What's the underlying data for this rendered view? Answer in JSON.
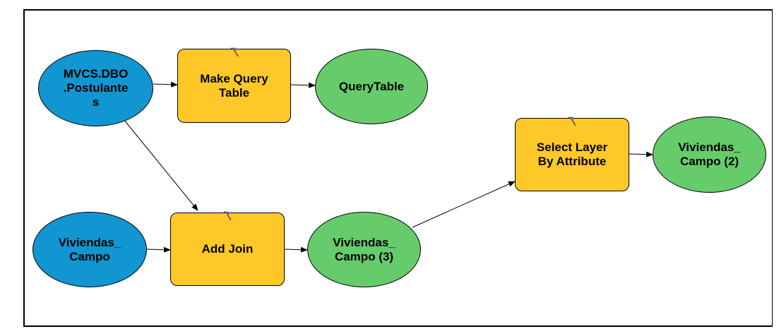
{
  "diagram": {
    "nodes": [
      {
        "id": "postulantes",
        "kind": "data-input",
        "label": "MVCS.DBO\n.Postulante\ns",
        "fill": "#1196d1"
      },
      {
        "id": "make_query_table",
        "kind": "tool",
        "label": "Make Query\nTable",
        "fill": "#ffc829",
        "icon": "hammer-icon"
      },
      {
        "id": "querytable",
        "kind": "data-output",
        "label": "QueryTable",
        "fill": "#66cc6b"
      },
      {
        "id": "viviendas_campo",
        "kind": "data-input",
        "label": "Viviendas_\nCampo",
        "fill": "#1196d1"
      },
      {
        "id": "add_join",
        "kind": "tool",
        "label": "Add Join",
        "fill": "#ffc829",
        "icon": "hammer-icon"
      },
      {
        "id": "viviendas_campo_3",
        "kind": "data-output",
        "label": "Viviendas_\nCampo (3)",
        "fill": "#66cc6b"
      },
      {
        "id": "select_layer",
        "kind": "tool",
        "label": "Select Layer\nBy Attribute",
        "fill": "#ffc829",
        "icon": "hammer-icon"
      },
      {
        "id": "viviendas_campo_2",
        "kind": "data-output",
        "label": "Viviendas_\nCampo (2)",
        "fill": "#66cc6b"
      }
    ],
    "edges": [
      {
        "from": "postulantes",
        "to": "make_query_table"
      },
      {
        "from": "make_query_table",
        "to": "querytable"
      },
      {
        "from": "postulantes",
        "to": "add_join"
      },
      {
        "from": "viviendas_campo",
        "to": "add_join"
      },
      {
        "from": "add_join",
        "to": "viviendas_campo_3"
      },
      {
        "from": "viviendas_campo_3",
        "to": "select_layer"
      },
      {
        "from": "select_layer",
        "to": "viviendas_campo_2"
      }
    ]
  }
}
